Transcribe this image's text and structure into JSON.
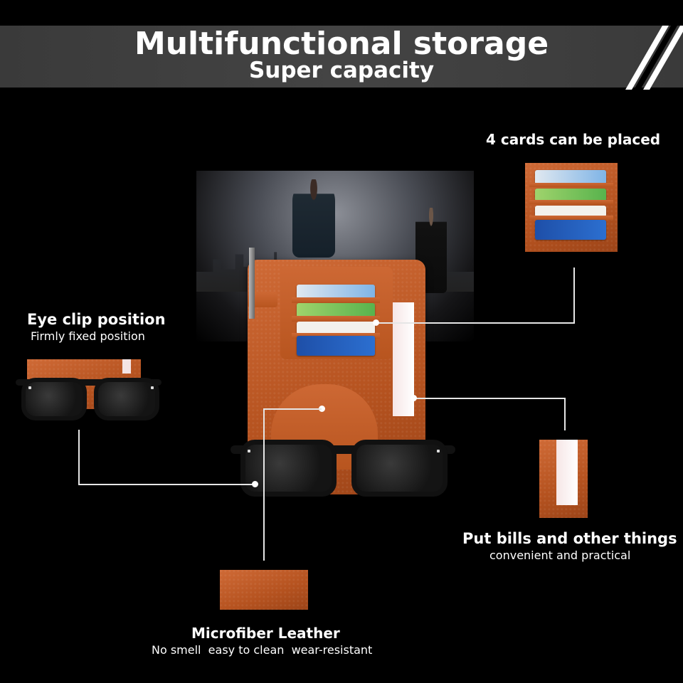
{
  "banner": {
    "title": "Multifunctional storage",
    "subtitle": "Super capacity"
  },
  "callouts": {
    "cards": {
      "title": "4 cards can be placed"
    },
    "eye_clip": {
      "title": "Eye clip position",
      "subtitle": "Firmly fixed position"
    },
    "bills": {
      "title": "Put bills and other things",
      "subtitle": "convenient and practical"
    },
    "leather": {
      "title": "Microfiber Leather",
      "subtitle": "No smell  easy to clean  wear-resistant"
    }
  },
  "colors": {
    "background": "#000000",
    "banner": "#3f3f3f",
    "leather": "#c25d28",
    "text": "#ffffff"
  }
}
